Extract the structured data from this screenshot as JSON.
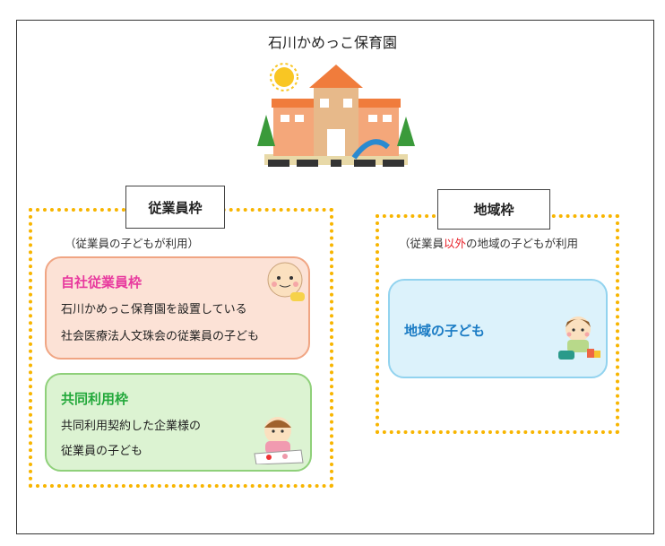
{
  "title": "石川かめっこ保育園",
  "employee": {
    "label": "従業員枠",
    "subtitle": "（従業員の子どもが利用）",
    "own": {
      "heading": "自社従業員枠",
      "line1": "石川かめっこ保育園を設置している",
      "line2": "社会医療法人文珠会の従業員の子ども"
    },
    "shared": {
      "heading": "共同利用枠",
      "line1": "共同利用契約した企業様の",
      "line2": "従業員の子ども"
    }
  },
  "community": {
    "label": "地域枠",
    "subtitle_pre": "（従業員",
    "subtitle_red": "以外",
    "subtitle_post": "の地域の子どもが利用",
    "card": {
      "heading": "地域の子ども"
    }
  },
  "colors": {
    "dots": "#f8b500",
    "pink": "#e8399e",
    "green": "#22a83a",
    "blue": "#1a7bc4"
  }
}
